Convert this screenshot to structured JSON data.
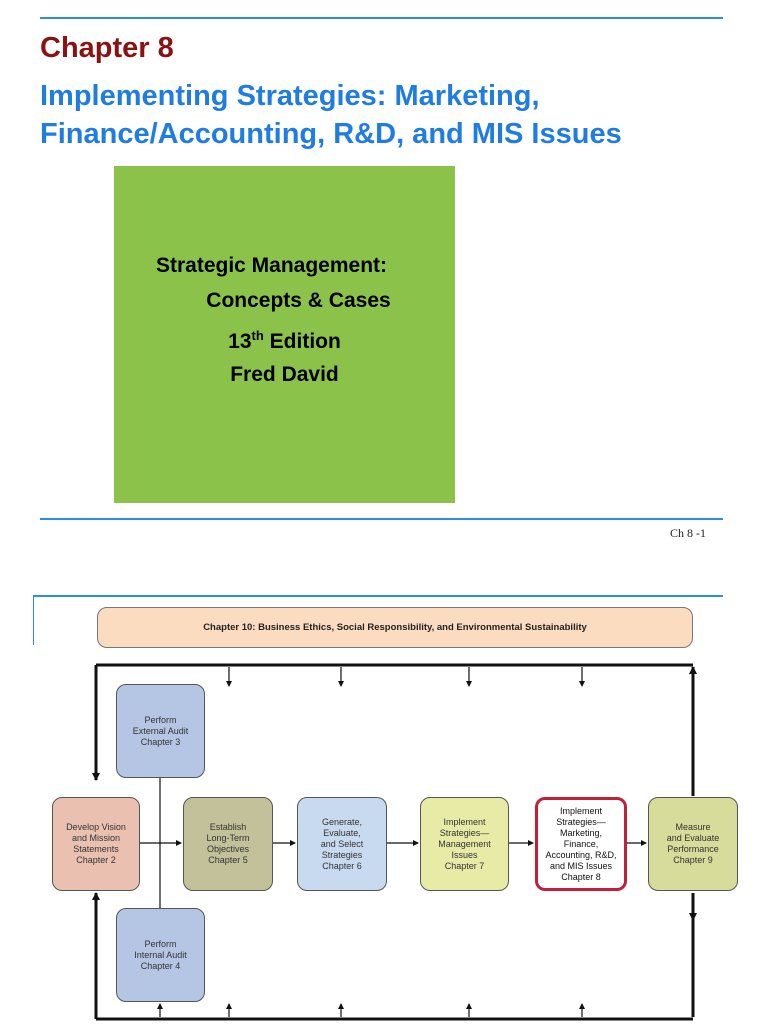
{
  "slide1": {
    "chapter": "Chapter 8",
    "title_line1": "Implementing Strategies: Marketing,",
    "title_line2": "Finance/Accounting, R&D, and MIS Issues",
    "cover": {
      "line1": "Strategic Management:",
      "line2": "Concepts & Cases",
      "edition_number": "13",
      "edition_suffix": "th",
      "edition_word": "Edition",
      "author": "Fred David",
      "color": "#8bc34a"
    },
    "page_label": "Ch 8 -1"
  },
  "slide2": {
    "ethics_banner": "Chapter 10: Business Ethics, Social Responsibility, and Environmental Sustainability",
    "boxes": {
      "vision": [
        "Develop Vision",
        "and Mission",
        "Statements",
        "Chapter 2"
      ],
      "external": [
        "Perform",
        "External Audit",
        "Chapter 3"
      ],
      "internal": [
        "Perform",
        "Internal Audit",
        "Chapter 4"
      ],
      "objectives": [
        "Establish",
        "Long-Term",
        "Objectives",
        "Chapter 5"
      ],
      "strategies": [
        "Generate,",
        "Evaluate,",
        "and Select",
        "Strategies",
        "Chapter 6"
      ],
      "impl7": [
        "Implement",
        "Strategies—",
        "Management",
        "Issues",
        "Chapter 7"
      ],
      "impl8": [
        "Implement",
        "Strategies—",
        "Marketing,",
        "Finance,",
        "Accounting, R&D,",
        "and MIS Issues",
        "Chapter 8"
      ],
      "measure": [
        "Measure",
        "and Evaluate",
        "Performance",
        "Chapter 9"
      ]
    },
    "highlight_color": "#c41e3a"
  }
}
